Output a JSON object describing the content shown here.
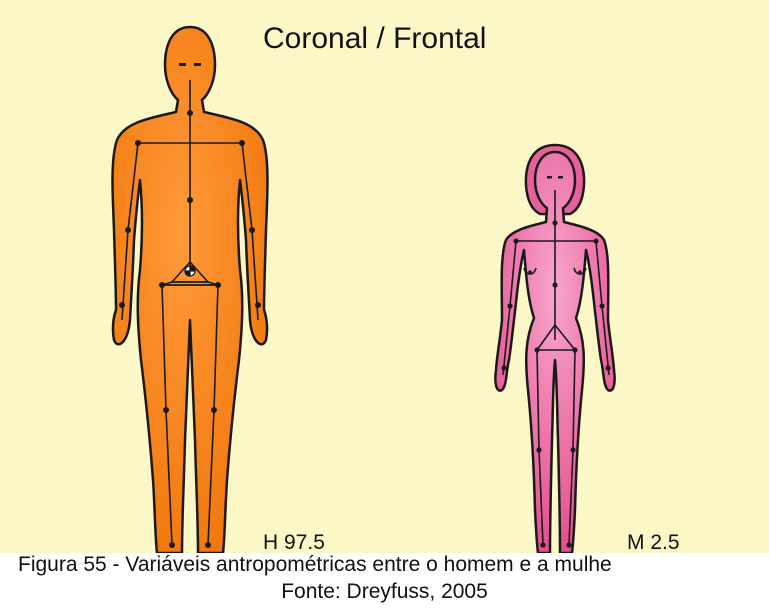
{
  "figure": {
    "title": "Coronal / Frontal",
    "male_label": "H 97.5",
    "female_label": "M 2.5",
    "colors": {
      "background": "#fcf7c7",
      "male": "#f57c14",
      "female": "#ea5b96",
      "outline": "#1a1a1a"
    }
  },
  "caption": {
    "line1": "Figura 55 - Variáveis antropométricas entre o homem e a mulhe",
    "line2": "Fonte: Dreyfuss, 2005"
  }
}
